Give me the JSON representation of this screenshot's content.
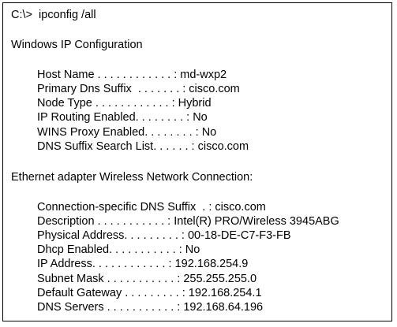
{
  "console": {
    "command": "C:\\>  ipconfig /all",
    "heading": "Windows IP Configuration",
    "global_lines": [
      "Host Name . . . . . . . . . . . . : md-wxp2",
      "Primary Dns Suffix  . . . . . . . : cisco.com",
      "Node Type . . . . . . . . . . . . : Hybrid",
      "IP Routing Enabled. . . . . . . . : No",
      "WINS Proxy Enabled. . . . . . . . : No",
      "DNS Suffix Search List. . . . . . : cisco.com"
    ],
    "adapter_heading": "Ethernet adapter Wireless Network Connection:",
    "adapter_lines": [
      "Connection-specific DNS Suffix  . : cisco.com",
      "Description . . . . . . . . . . . : Intel(R) PRO/Wireless 3945ABG",
      "Physical Address. . . . . . . . . : 00-18-DE-C7-F3-FB",
      "Dhcp Enabled. . . . . . . . . . . : No",
      "IP Address. . . . . . . . . . . . : 192.168.254.9",
      "Subnet Mask . . . . . . . . . . . : 255.255.255.0",
      "Default Gateway . . . . . . . . . : 192.168.254.1",
      "DNS Servers . . . . . . . . . . . : 192.168.64.196"
    ]
  }
}
